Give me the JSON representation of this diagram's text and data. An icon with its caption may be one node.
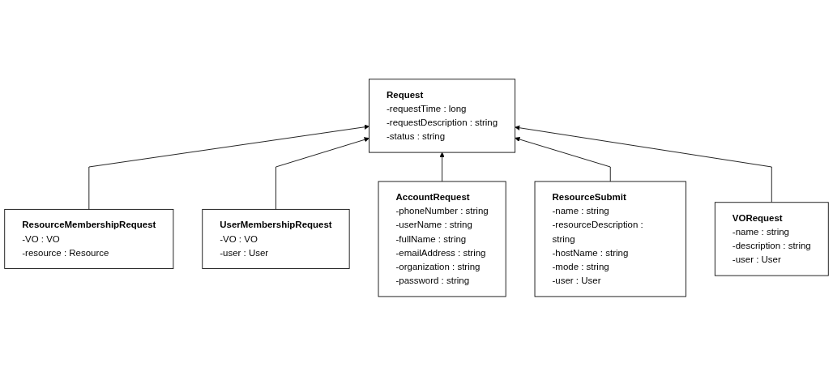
{
  "diagram": {
    "nodes": [
      {
        "text": [
          "ResourceMembershipRequest",
          "-VO : VO",
          "-resource : Resource"
        ]
      },
      {
        "text": [
          "Request",
          "-requestTime : long",
          "-requestDescription : string",
          "-status : string"
        ]
      },
      {
        "text": [
          "UserMembershipRequest",
          "-VO : VO",
          "-user : User"
        ]
      },
      {
        "text": [
          "AccountRequest",
          "-phoneNumber : string",
          "-userName : string",
          "-fullName : string",
          "-emailAddress : string",
          "-organization : string",
          "-password : string"
        ]
      },
      {
        "text": [
          "ResourceSubmit",
          "-name : string",
          "-resourceDescription : string",
          "-hostName : string",
          "-mode : string",
          "-user : User"
        ]
      },
      {
        "text": [
          "VORequest",
          "-name : string",
          "-description : string",
          "-user : User"
        ]
      }
    ],
    "edges": [
      {
        "from": 0,
        "to": 1,
        "arrow": "to"
      },
      {
        "from": 2,
        "to": 1,
        "arrow": "to"
      },
      {
        "from": 3,
        "to": 1,
        "arrow": "to"
      },
      {
        "from": 4,
        "to": 1,
        "arrow": "to"
      },
      {
        "from": 5,
        "to": 1,
        "arrow": "to"
      }
    ]
  }
}
